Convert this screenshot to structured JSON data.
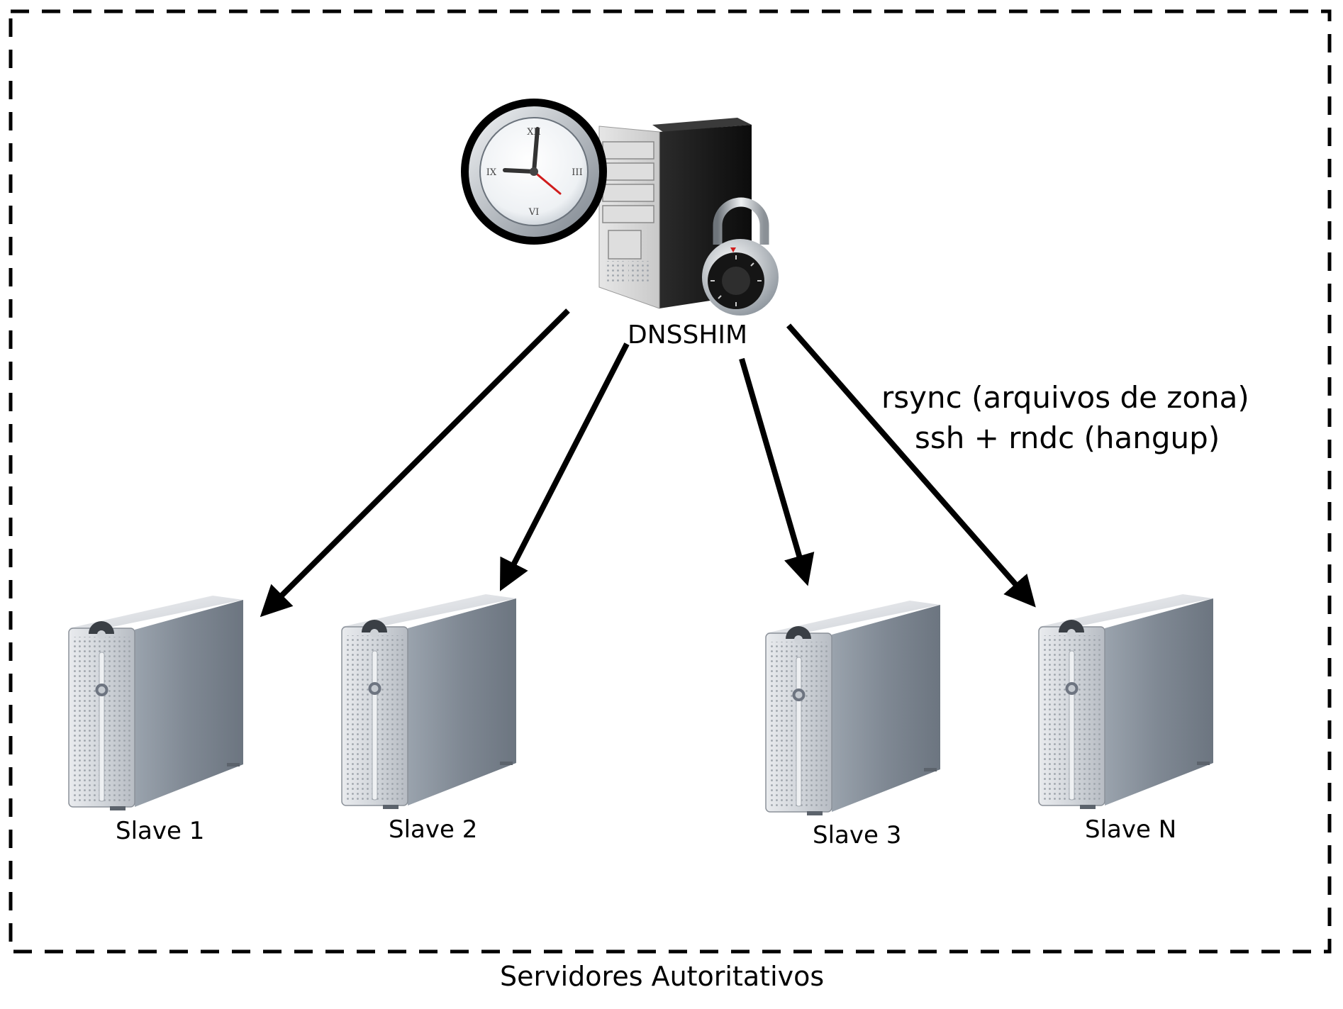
{
  "master": {
    "label": "DNSSHIM",
    "icons": [
      "clock-icon",
      "tower-server-icon",
      "padlock-icon"
    ],
    "clock_numerals": [
      "XII",
      "III",
      "VI",
      "IX"
    ]
  },
  "protocol": {
    "line1": "rsync (arquivos de zona)",
    "line2": "ssh + rndc (hangup)"
  },
  "slaves": [
    {
      "label": "Slave 1"
    },
    {
      "label": "Slave 2"
    },
    {
      "label": "Slave 3"
    },
    {
      "label": "Slave N"
    }
  ],
  "group": {
    "label": "Servidores Autoritativos",
    "border_style": "dashed"
  },
  "colors": {
    "border": "#000000",
    "arrow": "#000000",
    "server_body": "#8a929c"
  }
}
